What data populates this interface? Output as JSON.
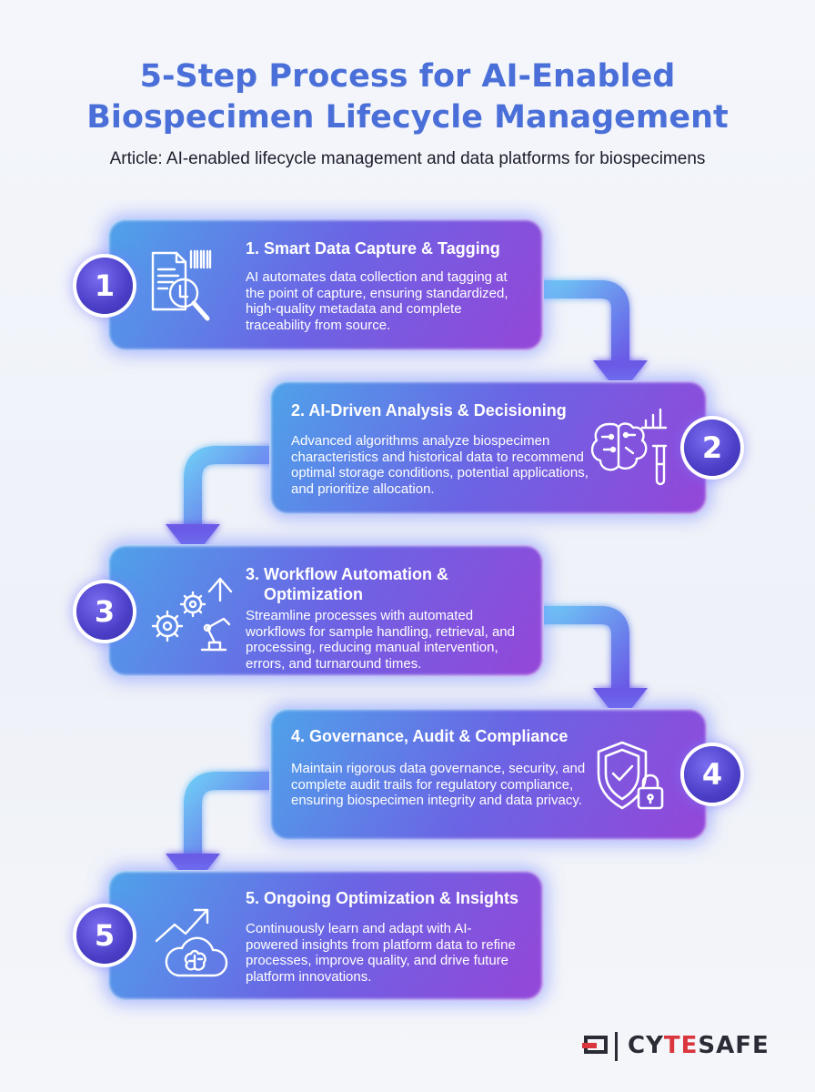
{
  "title": {
    "line1": "5-Step Process for AI-Enabled",
    "line2": "Biospecimen Lifecycle Management"
  },
  "subtitle": "Article: AI-enabled lifecycle management and data platforms for biospecimens",
  "steps": [
    {
      "number": "1",
      "heading": "1. Smart Data Capture & Tagging",
      "body": "AI automates data collection and tagging at the point of capture, ensuring standardized, high-quality metadata and complete traceability from source.",
      "icon": "document-barcode-magnifier-icon"
    },
    {
      "number": "2",
      "heading": "2. AI-Driven Analysis & Decisioning",
      "body": "Advanced algorithms analyze biospecimen characteristics and historical data to recommend optimal storage conditions, potential applications, and prioritize allocation.",
      "icon": "brain-chart-test-tube-icon"
    },
    {
      "number": "3",
      "heading_line1": "3. Workflow Automation &",
      "heading_line2": "Optimization",
      "body": "Streamline processes with automated workflows for sample handling, retrieval, and processing, reducing manual intervention, errors, and turnaround times.",
      "icon": "gears-robot-arm-icon"
    },
    {
      "number": "4",
      "heading": "4. Governance, Audit & Compliance",
      "body": "Maintain rigorous data governance, security, and complete audit trails for regulatory compliance, ensuring biospecimen integrity and data privacy.",
      "icon": "shield-check-lock-icon"
    },
    {
      "number": "5",
      "heading": "5. Ongoing Optimization & Insights",
      "body": "Continuously learn and adapt with AI-powered insights from platform data to refine processes, improve quality, and drive future platform innovations.",
      "icon": "trend-arrow-cloud-brain-icon"
    }
  ],
  "brand": {
    "prefix": "CY",
    "accent": "TE",
    "suffix": "SAFE",
    "accent_color": "#d9363e"
  },
  "colors": {
    "card_start": "#4fa3ea",
    "card_mid": "#6b64e4",
    "card_end": "#9546d8",
    "connector": "#6f7bf0"
  }
}
